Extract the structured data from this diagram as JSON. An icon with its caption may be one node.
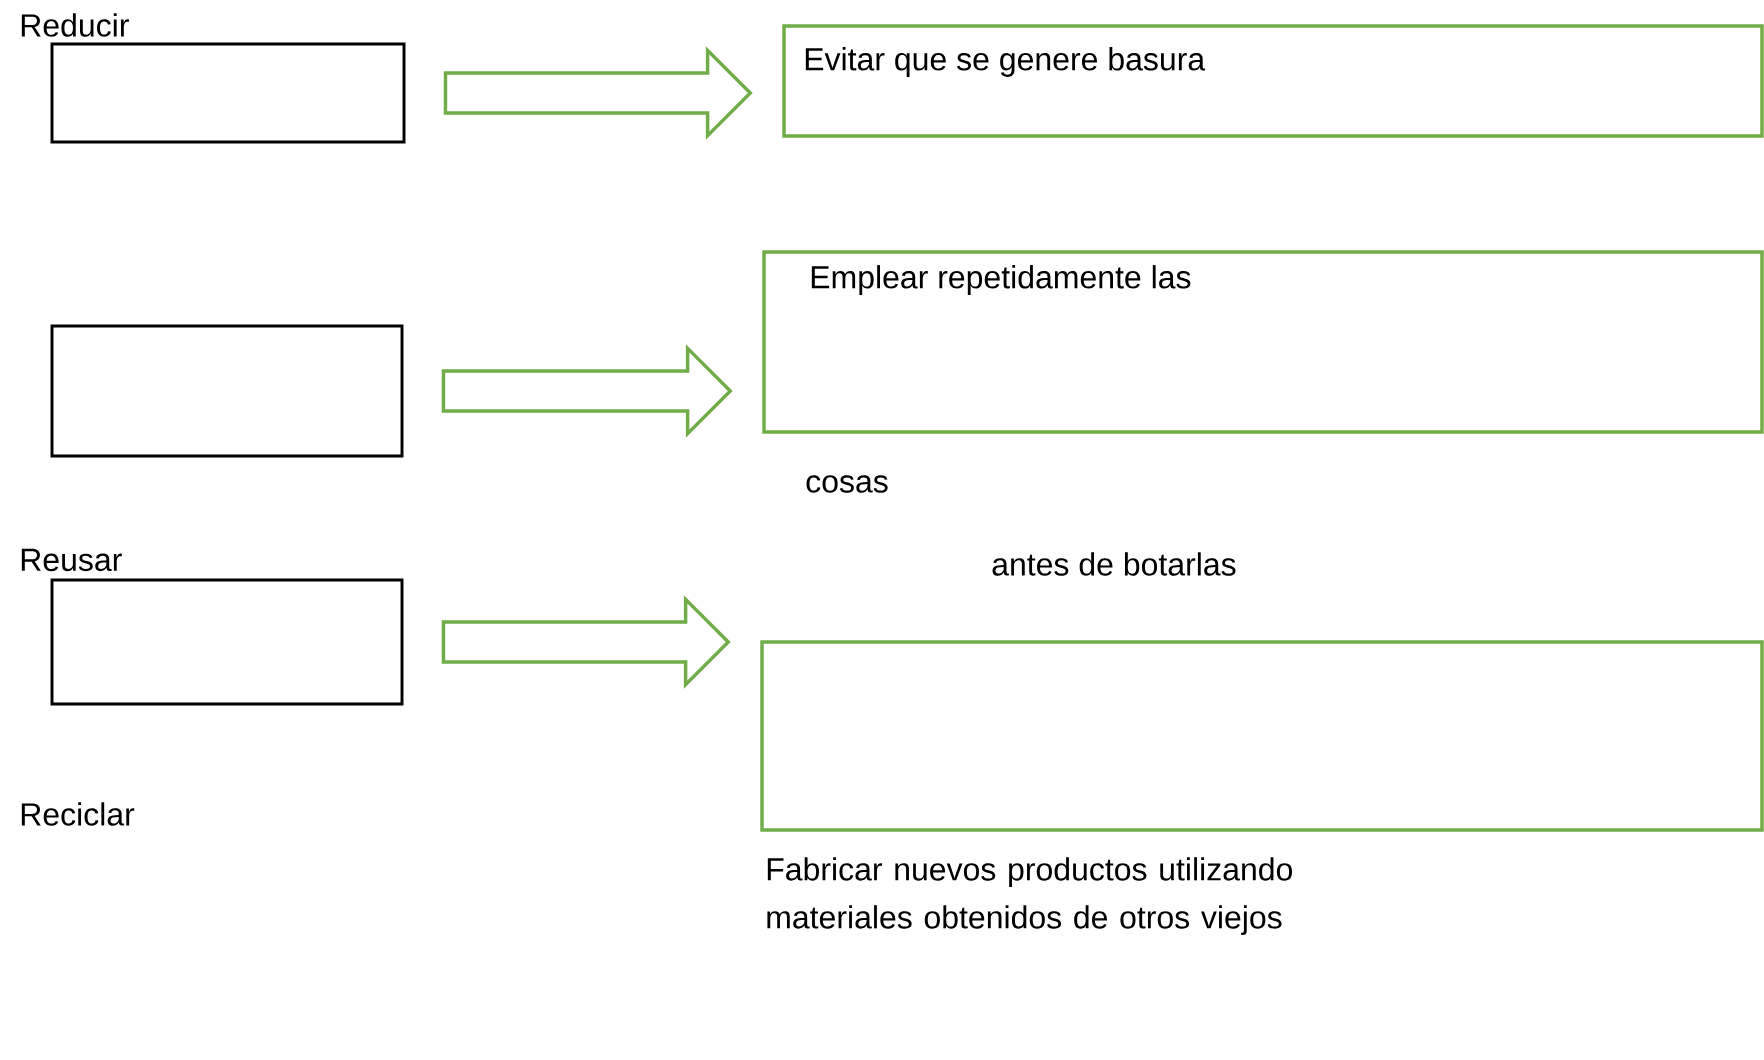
{
  "diagram": {
    "nodes": [
      {
        "text": [
          "Reducir"
        ]
      },
      {
        "text": [
          "Reusar"
        ]
      },
      {
        "text": [
          "Reciclar"
        ]
      },
      {
        "text": [
          "Evitar que se genere basura"
        ]
      },
      {
        "text": [
          "Emplear repetidamente las"
        ]
      },
      {
        "text": [
          "Fabricar nuevos productos utilizando materiales obtenidos de otros viejos"
        ]
      }
    ],
    "edges": [
      {
        "from": 0,
        "to": 3,
        "arrow": "to"
      },
      {
        "from": 1,
        "to": 4,
        "arrow": "to"
      },
      {
        "from": 2,
        "to": 5,
        "arrow": "to"
      }
    ],
    "labels": [
      "cosas",
      "antes de botarlas"
    ]
  }
}
